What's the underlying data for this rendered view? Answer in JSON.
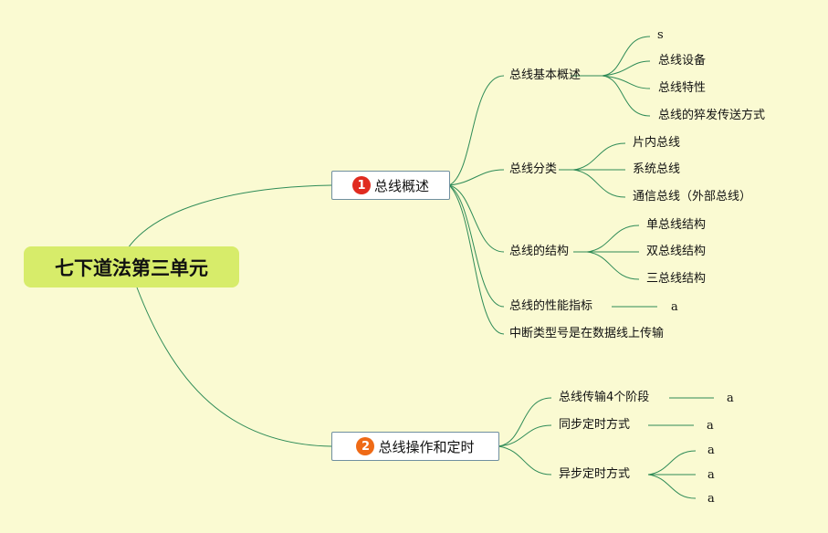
{
  "root": {
    "label": "七下道法第三单元"
  },
  "branch1": {
    "number": "1",
    "label": "总线概述",
    "badge_color": "#e02b1f",
    "children": {
      "basic": {
        "label": "总线基本概述",
        "items": [
          "s",
          "总线设备",
          "总线特性",
          "总线的猝发传送方式"
        ]
      },
      "classify": {
        "label": "总线分类",
        "items": [
          "片内总线",
          "系统总线",
          "通信总线（外部总线）"
        ]
      },
      "structure": {
        "label": "总线的结构",
        "items": [
          "单总线结构",
          "双总线结构",
          "三总线结构"
        ]
      },
      "performance": {
        "label": "总线的性能指标",
        "leaf": "a"
      },
      "interrupt": {
        "label": "中断类型号是在数据线上传输"
      }
    }
  },
  "branch2": {
    "number": "2",
    "label": "总线操作和定时",
    "badge_color": "#ef6a16",
    "children": {
      "stages": {
        "label": "总线传输4个阶段",
        "leaf": "a"
      },
      "sync": {
        "label": "同步定时方式",
        "leaf": "a"
      },
      "async": {
        "label": "异步定时方式",
        "items": [
          "a",
          "a",
          "a"
        ]
      }
    }
  },
  "colors": {
    "background": "#fafad2",
    "root_fill": "#d7ec6a",
    "link": "#2e8b57"
  }
}
